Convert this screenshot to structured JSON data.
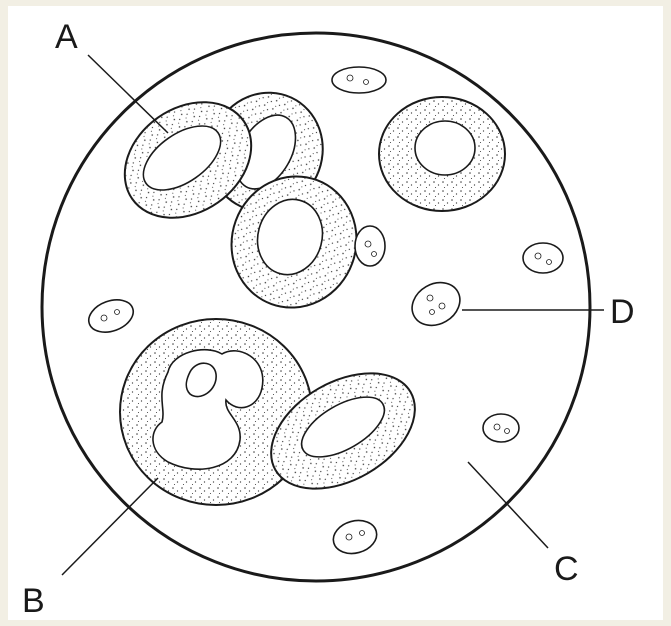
{
  "labels": {
    "a": "A",
    "b": "B",
    "c": "C",
    "d": "D"
  },
  "colors": {
    "background": "#f2efe4",
    "panel": "#ffffff",
    "ink": "#1a1a1a"
  }
}
